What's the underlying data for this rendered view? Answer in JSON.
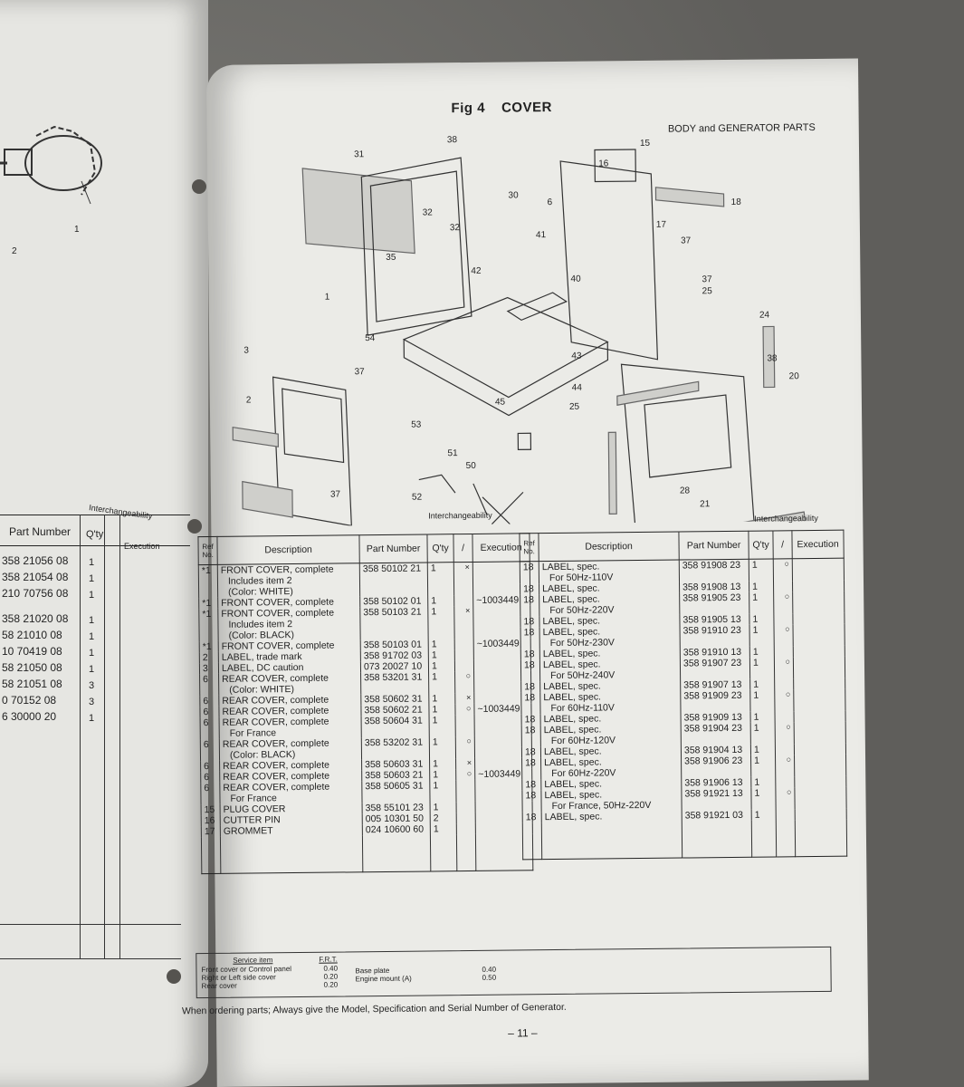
{
  "left_page": {
    "callouts": [
      "2",
      "1"
    ],
    "table": {
      "headers": {
        "part_number": "Part Number",
        "qty": "Q'ty",
        "execution": "Execution",
        "interchangeability": "Interchangeability"
      },
      "rows": [
        {
          "part": "358 21056 08",
          "qty": "1"
        },
        {
          "part": "358 21054 08",
          "qty": "1"
        },
        {
          "part": "210 70756 08",
          "qty": "1"
        },
        {
          "part": "358 21020 08",
          "qty": "1"
        },
        {
          "part": "58 21010 08",
          "qty": "1"
        },
        {
          "part": "10 70419 08",
          "qty": "1"
        },
        {
          "part": "58 21050 08",
          "qty": "1"
        },
        {
          "part": "58 21051 08",
          "qty": "3"
        },
        {
          "part": "0 70152 08",
          "qty": "3"
        },
        {
          "part": "6 30000 20",
          "qty": "1"
        }
      ]
    }
  },
  "header": {
    "fig": "Fig 4",
    "title": "COVER",
    "section": "BODY and GENERATOR PARTS"
  },
  "diagram": {
    "callouts": [
      "31",
      "38",
      "15",
      "16",
      "18",
      "30",
      "32",
      "32",
      "6",
      "17",
      "37",
      "35",
      "41",
      "42",
      "40",
      "37",
      "25",
      "24",
      "1",
      "54",
      "3",
      "37",
      "43",
      "44",
      "38",
      "20",
      "2",
      "45",
      "25",
      "53",
      "51",
      "50",
      "37",
      "52",
      "28",
      "21"
    ]
  },
  "table": {
    "interchangeability_label": "Interchangeability",
    "headers": {
      "ref": "Ref No.",
      "description": "Description",
      "part_number": "Part Number",
      "qty": "Q'ty",
      "execution": "Execution"
    },
    "left_rows": [
      {
        "ref": "*1",
        "desc": [
          "FRONT COVER, complete",
          "Includes item 2",
          "(Color: WHITE)"
        ],
        "part": "358 50102 21",
        "qty": "1",
        "mark": "x",
        "exec": ""
      },
      {
        "ref": "*1",
        "desc": [
          "FRONT COVER, complete"
        ],
        "part": "358 50102 01",
        "qty": "1",
        "mark": "",
        "exec": "~1003449"
      },
      {
        "ref": "*1",
        "desc": [
          "FRONT COVER, complete",
          "Includes item 2",
          "(Color: BLACK)"
        ],
        "part": "358 50103 21",
        "qty": "1",
        "mark": "x",
        "exec": ""
      },
      {
        "ref": "*1",
        "desc": [
          "FRONT COVER, complete"
        ],
        "part": "358 50103 01",
        "qty": "1",
        "mark": "",
        "exec": "~1003449"
      },
      {
        "ref": "2",
        "desc": [
          "LABEL, trade mark"
        ],
        "part": "358 91702 03",
        "qty": "1",
        "mark": "",
        "exec": ""
      },
      {
        "ref": "3",
        "desc": [
          "LABEL, DC caution"
        ],
        "part": "073 20027 10",
        "qty": "1",
        "mark": "",
        "exec": ""
      },
      {
        "ref": "6",
        "desc": [
          "REAR COVER, complete",
          "(Color: WHITE)"
        ],
        "part": "358 53201 31",
        "qty": "1",
        "mark": "o",
        "exec": ""
      },
      {
        "ref": "6",
        "desc": [
          "REAR COVER, complete"
        ],
        "part": "358 50602 31",
        "qty": "1",
        "mark": "x",
        "exec": ""
      },
      {
        "ref": "6",
        "desc": [
          "REAR COVER, complete"
        ],
        "part": "358 50602 21",
        "qty": "1",
        "mark": "o",
        "exec": "~1003449"
      },
      {
        "ref": "6",
        "desc": [
          "REAR COVER, complete",
          "For France"
        ],
        "part": "358 50604 31",
        "qty": "1",
        "mark": "",
        "exec": ""
      },
      {
        "ref": "6",
        "desc": [
          "REAR COVER, complete",
          "(Color: BLACK)"
        ],
        "part": "358 53202 31",
        "qty": "1",
        "mark": "o",
        "exec": ""
      },
      {
        "ref": "6",
        "desc": [
          "REAR COVER, complete"
        ],
        "part": "358 50603 31",
        "qty": "1",
        "mark": "x",
        "exec": ""
      },
      {
        "ref": "6",
        "desc": [
          "REAR COVER, complete"
        ],
        "part": "358 50603 21",
        "qty": "1",
        "mark": "o",
        "exec": "~1003449"
      },
      {
        "ref": "6",
        "desc": [
          "REAR COVER, complete",
          "For France"
        ],
        "part": "358 50605 31",
        "qty": "1",
        "mark": "",
        "exec": ""
      },
      {
        "ref": "15",
        "desc": [
          "PLUG COVER"
        ],
        "part": "358 55101 23",
        "qty": "1",
        "mark": "",
        "exec": ""
      },
      {
        "ref": "16",
        "desc": [
          "CUTTER PIN"
        ],
        "part": "005 10301 50",
        "qty": "2",
        "mark": "",
        "exec": ""
      },
      {
        "ref": "17",
        "desc": [
          "GROMMET"
        ],
        "part": "024 10600 60",
        "qty": "1",
        "mark": "",
        "exec": ""
      }
    ],
    "right_rows": [
      {
        "ref": "18",
        "desc": [
          "LABEL, spec.",
          "For 50Hz-110V"
        ],
        "part": "358 91908 23",
        "qty": "1",
        "mark": "o"
      },
      {
        "ref": "18",
        "desc": [
          "LABEL, spec."
        ],
        "part": "358 91908 13",
        "qty": "1",
        "mark": ""
      },
      {
        "ref": "18",
        "desc": [
          "LABEL, spec.",
          "For 50Hz-220V"
        ],
        "part": "358 91905 23",
        "qty": "1",
        "mark": "o"
      },
      {
        "ref": "18",
        "desc": [
          "LABEL, spec."
        ],
        "part": "358 91905 13",
        "qty": "1",
        "mark": ""
      },
      {
        "ref": "18",
        "desc": [
          "LABEL, spec.",
          "For 50Hz-230V"
        ],
        "part": "358 91910 23",
        "qty": "1",
        "mark": "o"
      },
      {
        "ref": "18",
        "desc": [
          "LABEL, spec."
        ],
        "part": "358 91910 13",
        "qty": "1",
        "mark": ""
      },
      {
        "ref": "18",
        "desc": [
          "LABEL, spec.",
          "For 50Hz-240V"
        ],
        "part": "358 91907 23",
        "qty": "1",
        "mark": "o"
      },
      {
        "ref": "18",
        "desc": [
          "LABEL, spec."
        ],
        "part": "358 91907 13",
        "qty": "1",
        "mark": ""
      },
      {
        "ref": "18",
        "desc": [
          "LABEL, spec.",
          "For 60Hz-110V"
        ],
        "part": "358 91909 23",
        "qty": "1",
        "mark": "o"
      },
      {
        "ref": "18",
        "desc": [
          "LABEL, spec."
        ],
        "part": "358 91909 13",
        "qty": "1",
        "mark": ""
      },
      {
        "ref": "18",
        "desc": [
          "LABEL, spec.",
          "For 60Hz-120V"
        ],
        "part": "358 91904 23",
        "qty": "1",
        "mark": "o"
      },
      {
        "ref": "18",
        "desc": [
          "LABEL, spec."
        ],
        "part": "358 91904 13",
        "qty": "1",
        "mark": ""
      },
      {
        "ref": "18",
        "desc": [
          "LABEL, spec.",
          "For 60Hz-220V"
        ],
        "part": "358 91906 23",
        "qty": "1",
        "mark": "o"
      },
      {
        "ref": "18",
        "desc": [
          "LABEL, spec."
        ],
        "part": "358 91906 13",
        "qty": "1",
        "mark": ""
      },
      {
        "ref": "18",
        "desc": [
          "LABEL, spec.",
          "For France, 50Hz-220V"
        ],
        "part": "358 91921 13",
        "qty": "1",
        "mark": "o"
      },
      {
        "ref": "18",
        "desc": [
          "LABEL, spec."
        ],
        "part": "358 91921 03",
        "qty": "1",
        "mark": ""
      }
    ]
  },
  "frt": {
    "service_item_label": "Service item",
    "frt_label": "F.R.T.",
    "items": [
      {
        "name": "Front cover or Control panel",
        "value": "0.40"
      },
      {
        "name": "Right or Left side cover",
        "value": "0.20"
      },
      {
        "name": "Rear cover",
        "value": "0.20"
      },
      {
        "name": "Base plate",
        "value": "0.40"
      },
      {
        "name": "Engine mount (A)",
        "value": "0.50"
      }
    ]
  },
  "note": "When ordering parts; Always give the Model, Specification and Serial Number of Generator.",
  "page_number": "– 11 –"
}
